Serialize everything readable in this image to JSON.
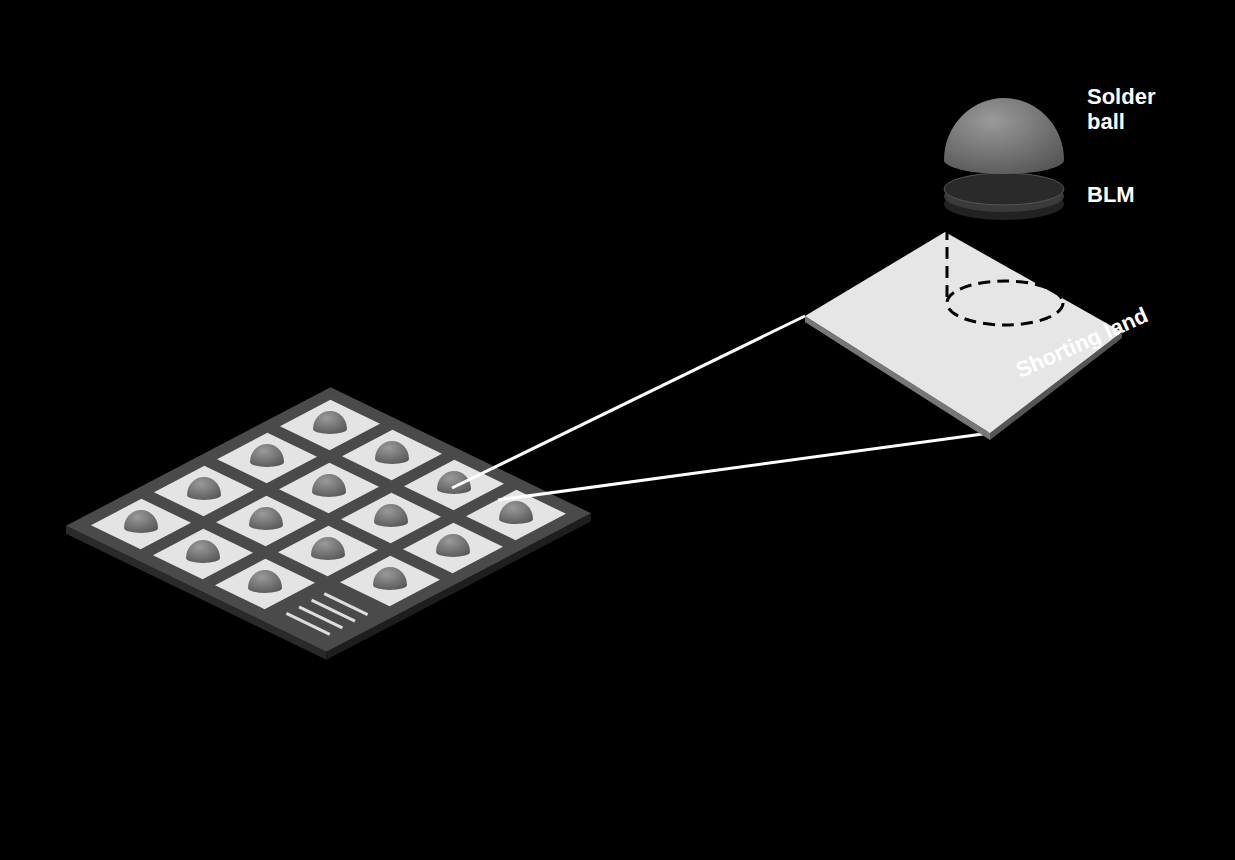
{
  "diagram": {
    "labels": [
      "Solder ball",
      "BLM",
      "Shorting land"
    ]
  }
}
